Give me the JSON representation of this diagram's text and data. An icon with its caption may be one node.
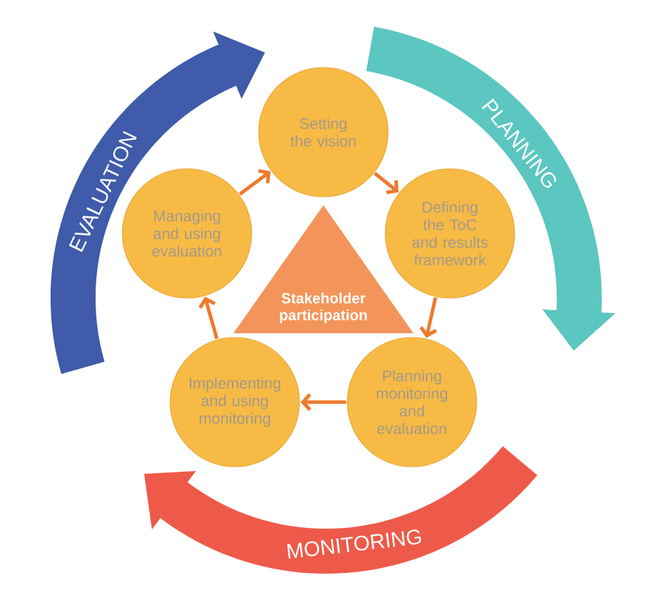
{
  "diagram": {
    "nodes": [
      {
        "text": [
          "EVALUATION"
        ]
      },
      {
        "text": [
          "PLANNING"
        ]
      },
      {
        "text": [
          "MONITORING"
        ]
      },
      {
        "text": [
          "Setting the vision"
        ]
      },
      {
        "text": [
          "Defining the ToC and results framework"
        ]
      },
      {
        "text": [
          "Planning monitoring and evaluation"
        ]
      },
      {
        "text": [
          "Implementing and using monitoring"
        ]
      },
      {
        "text": [
          "Managing and using evaluation"
        ]
      },
      {
        "text": [
          "Stakeholder participation"
        ]
      }
    ],
    "edges": [
      {
        "from": 3,
        "to": 4,
        "arrow": "to"
      },
      {
        "from": 4,
        "to": 5,
        "arrow": "to"
      },
      {
        "from": 5,
        "to": 6,
        "arrow": "to"
      },
      {
        "from": 6,
        "to": 7,
        "arrow": "to"
      },
      {
        "from": 7,
        "to": 3,
        "arrow": "to"
      }
    ]
  }
}
